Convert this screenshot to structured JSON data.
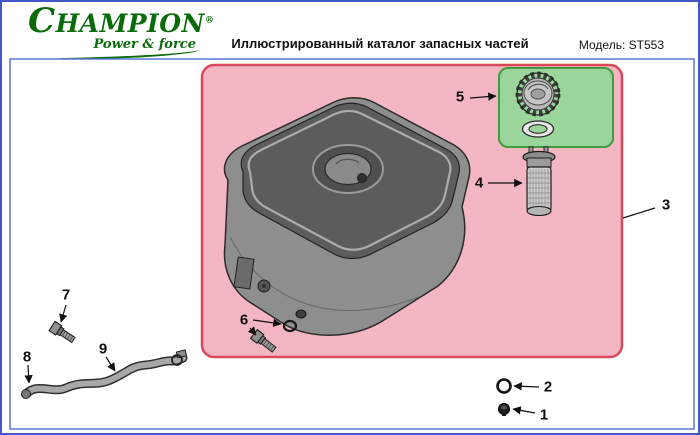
{
  "header": {
    "logo_text": "CHAMPION",
    "logo_registered": "®",
    "logo_tagline": "Power & force",
    "title": "Иллюстрированный каталог запасных частей",
    "model_label": "Модель: ST553"
  },
  "diagram": {
    "callouts": {
      "c1": "1",
      "c2": "2",
      "c3": "3",
      "c4": "4",
      "c5": "5",
      "c6": "6",
      "c7": "7",
      "c8": "8",
      "c9": "9"
    }
  },
  "colors": {
    "highlight_region_fill": "#f3b6c2",
    "highlight_region_border": "#d9495e",
    "cap_region_fill": "#9cd59c",
    "cap_region_border": "#3f9b3f",
    "brand_green": "#0a6b0a",
    "frame_blue": "#4356c8",
    "inner_frame_blue": "#5e77d8",
    "callout_black": "#111111"
  }
}
